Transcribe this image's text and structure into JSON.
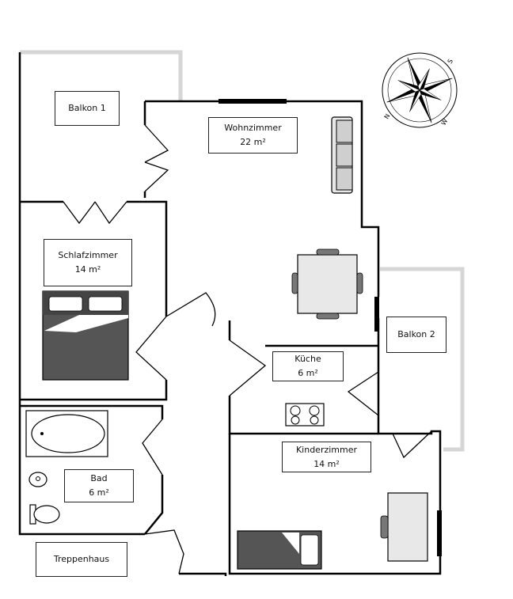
{
  "rooms": {
    "balkon1": {
      "name": "Balkon 1"
    },
    "wohnzimmer": {
      "name": "Wohnzimmer",
      "area": "22 m²"
    },
    "schlafzimmer": {
      "name": "Schlafzimmer",
      "area": "14 m²"
    },
    "kueche": {
      "name": "Küche",
      "area": "6 m²"
    },
    "balkon2": {
      "name": "Balkon 2"
    },
    "kinderzimmer": {
      "name": "Kinderzimmer",
      "area": "14 m²"
    },
    "bad": {
      "name": "Bad",
      "area": "6 m²"
    },
    "treppenhaus": {
      "name": "Treppenhaus"
    }
  },
  "compass": {
    "labels": [
      "N",
      "S",
      "W"
    ]
  },
  "colors": {
    "wall": "#000000",
    "balcony_outline": "#d6d6d6",
    "furniture_dark": "#555555",
    "furniture_light": "#e8e8e8"
  }
}
